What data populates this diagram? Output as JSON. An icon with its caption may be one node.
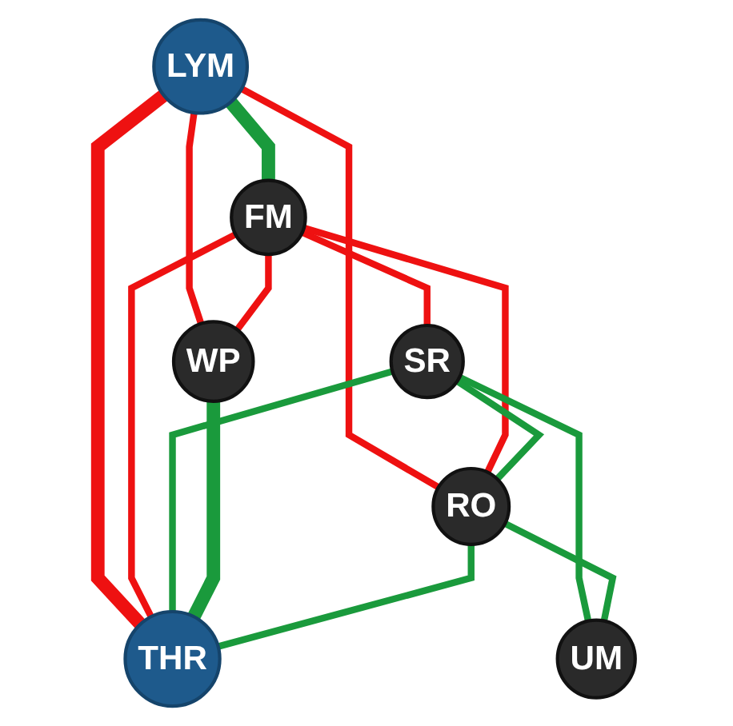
{
  "diagram": {
    "nodes": [
      {
        "text": [
          "LYM"
        ]
      },
      {
        "text": [
          "FM"
        ]
      },
      {
        "text": [
          "SR"
        ]
      },
      {
        "text": [
          "RO"
        ]
      },
      {
        "text": [
          "WP"
        ]
      },
      {
        "text": [
          "UM"
        ]
      },
      {
        "text": [
          "THR"
        ]
      }
    ],
    "edges": [
      {
        "from": 0,
        "to": 1,
        "arrow": "none",
        "style": "thick",
        "color": "#1a9a3c"
      },
      {
        "from": 0,
        "to": 3,
        "arrow": "none",
        "color": "#ee1111"
      },
      {
        "from": 0,
        "to": 4,
        "arrow": "none",
        "color": "#ee1111"
      },
      {
        "from": 0,
        "to": 6,
        "arrow": "none",
        "style": "thick",
        "color": "#ee1111"
      },
      {
        "from": 1,
        "to": 2,
        "arrow": "none",
        "color": "#ee1111"
      },
      {
        "from": 1,
        "to": 4,
        "arrow": "none",
        "color": "#ee1111"
      },
      {
        "from": 1,
        "to": 6,
        "arrow": "none",
        "color": "#ee1111"
      },
      {
        "from": 1,
        "to": 3,
        "arrow": "none",
        "color": "#ee1111"
      },
      {
        "from": 2,
        "to": 3,
        "arrow": "none",
        "color": "#1a9a3c"
      },
      {
        "from": 2,
        "to": 5,
        "arrow": "none",
        "color": "#1a9a3c"
      },
      {
        "from": 2,
        "to": 6,
        "arrow": "none",
        "color": "#1a9a3c"
      },
      {
        "from": 4,
        "to": 6,
        "arrow": "none",
        "style": "thick",
        "color": "#1a9a3c"
      },
      {
        "from": 3,
        "to": 6,
        "arrow": "none",
        "color": "#1a9a3c"
      },
      {
        "from": 3,
        "to": 5,
        "arrow": "none",
        "color": "#1a9a3c"
      }
    ]
  }
}
